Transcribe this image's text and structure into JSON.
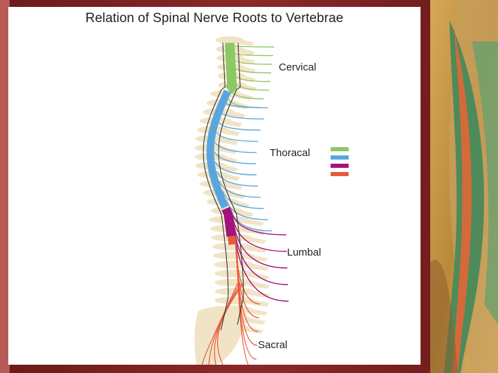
{
  "slide": {
    "title": "Relation of Spinal Nerve Roots to Vertebrae",
    "region_labels": {
      "cervical": "Cervical",
      "thoracic": "Thoracal",
      "lumbar": "Lumbal",
      "sacral": "Sacral"
    },
    "colors": {
      "cervical": "#8cc864",
      "thoracic": "#5aa6dc",
      "lumbar": "#a0147c",
      "sacral": "#e85a3c",
      "vertebra": "#f1e4c6"
    },
    "legend_swatches": [
      "cervical",
      "thoracic",
      "lumbar",
      "sacral"
    ]
  }
}
